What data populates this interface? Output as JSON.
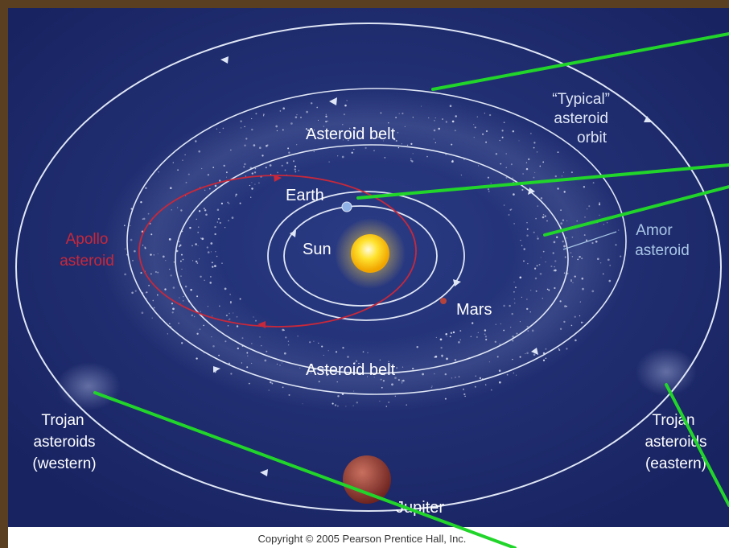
{
  "labels": {
    "asteroid_belt_top": "Asteroid belt",
    "asteroid_belt_bottom": "Asteroid belt",
    "typical_orbit": [
      "“Typical”",
      "asteroid",
      "orbit"
    ],
    "earth": "Earth",
    "sun": "Sun",
    "mars": "Mars",
    "apollo": [
      "Apollo",
      "asteroid"
    ],
    "amor": [
      "Amor",
      "asteroid"
    ],
    "trojan_west": [
      "Trojan",
      "asteroids",
      "(western)"
    ],
    "trojan_east": [
      "Trojan",
      "asteroids",
      "(eastern)"
    ],
    "jupiter": "Jupiter"
  },
  "footer": {
    "copyright": "Copyright © 2005 Pearson Prentice Hall, Inc."
  },
  "colors": {
    "space": "#1c2a6a",
    "orbit": "#dfe6f5",
    "apollo": "#c8283a",
    "amor_label": "#a9c7e6",
    "pointer": "#22d52a",
    "sun": "#ffd21a",
    "jupiter": "#a8473d",
    "frame": "#5a3f20"
  }
}
